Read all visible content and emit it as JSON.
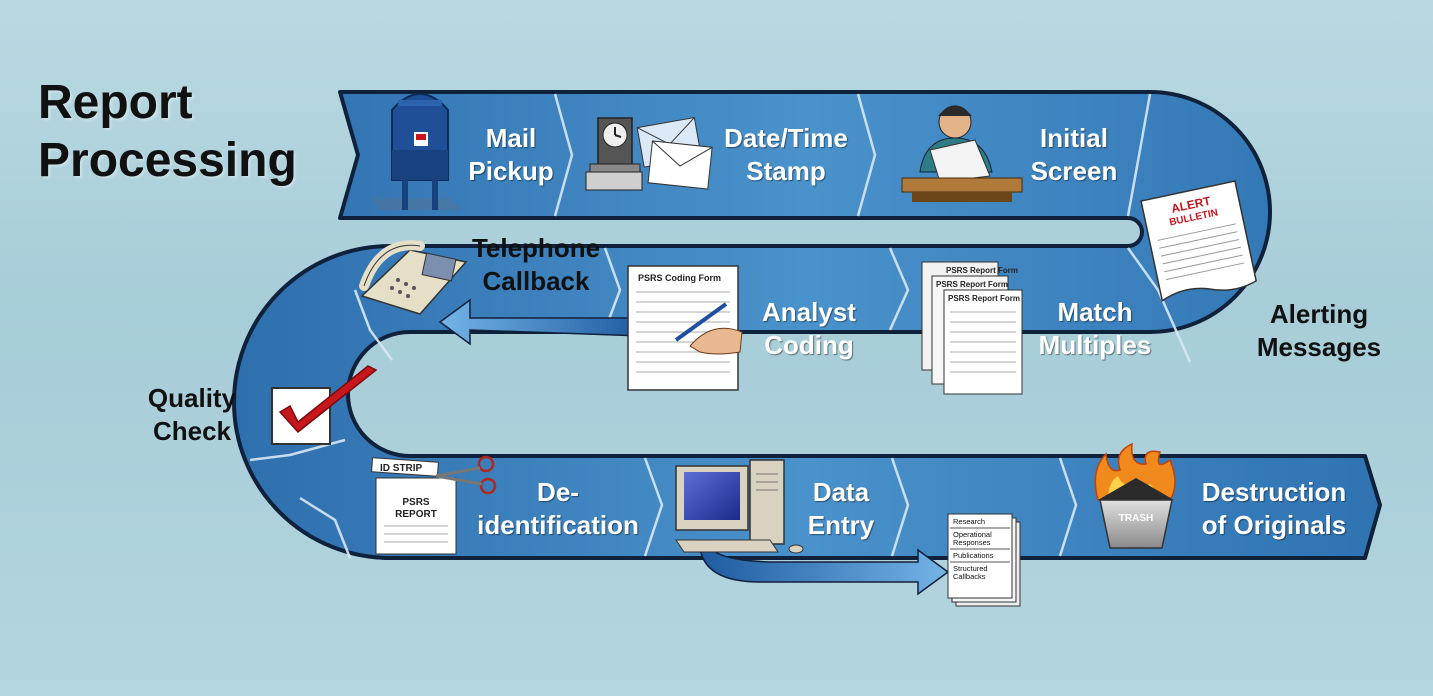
{
  "title": {
    "line1": "Report",
    "line2": "Processing"
  },
  "steps": {
    "mail_pickup": {
      "line1": "Mail",
      "line2": "Pickup"
    },
    "date_time_stamp": {
      "line1": "Date/Time",
      "line2": "Stamp"
    },
    "initial_screen": {
      "line1": "Initial",
      "line2": "Screen"
    },
    "alerting_messages": {
      "line1": "Alerting",
      "line2": "Messages"
    },
    "match_multiples": {
      "line1": "Match",
      "line2": "Multiples"
    },
    "analyst_coding": {
      "line1": "Analyst",
      "line2": "Coding"
    },
    "telephone_callback": {
      "line1": "Telephone",
      "line2": "Callback"
    },
    "quality_check": {
      "line1": "Quality",
      "line2": "Check"
    },
    "deidentification": {
      "line1": "De-",
      "line2": "identification"
    },
    "data_entry": {
      "line1": "Data",
      "line2": "Entry"
    },
    "destruction": {
      "line1": "Destruction",
      "line2": "of Originals"
    }
  },
  "documents": {
    "alert_bulletin": [
      "ALERT",
      "BULLETIN"
    ],
    "report_form": "PSRS Report Form",
    "coding_form": "PSRS Coding Form",
    "id_strip": "ID STRIP",
    "psrs_report": [
      "PSRS",
      "REPORT"
    ],
    "trash": "TRASH",
    "outputs": [
      "Research",
      "Operational",
      "Responses",
      "Publications",
      "Structured",
      "Callbacks"
    ]
  },
  "colors": {
    "background": "#b3d5df",
    "path_blue": "#3d86c0",
    "path_dark": "#1e4f86",
    "outline": "#10213b",
    "check_red": "#c8161d"
  },
  "icons": [
    "mailbox-icon",
    "time-clock-icon",
    "envelopes-icon",
    "reader-icon",
    "alert-bulletin-icon",
    "report-forms-icon",
    "coding-form-icon",
    "telephone-icon",
    "checkbox-icon",
    "id-strip-icon",
    "computer-icon",
    "output-documents-icon",
    "trash-fire-icon"
  ]
}
